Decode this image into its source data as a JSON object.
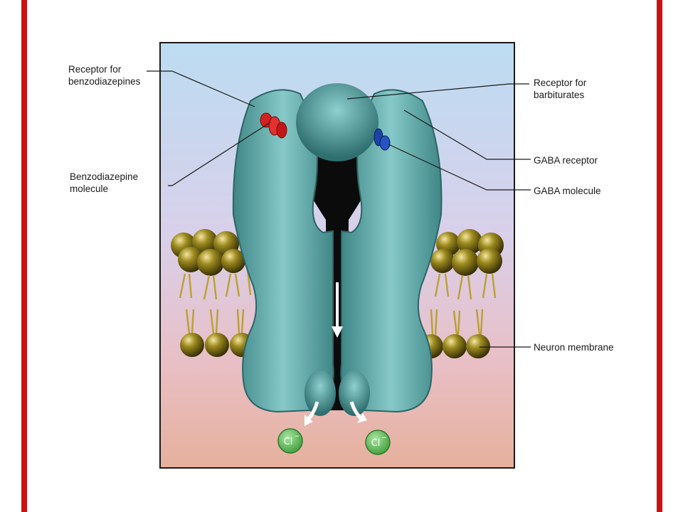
{
  "labels": {
    "benzo_receptor": "Receptor for\nbenzodiazepines",
    "benzo_molecule": "Benzodiazepine\nmolecule",
    "barb_receptor": "Receptor for\nbarbiturates",
    "gaba_receptor": "GABA receptor",
    "gaba_molecule": "GABA molecule",
    "neuron_membrane": "Neuron membrane"
  },
  "ions": {
    "left": "Cl",
    "right": "Cl",
    "charge": "−"
  },
  "colors": {
    "accent_bar": "#cc1111",
    "receptor": "#6fb7b7",
    "benzo_molecule": "#d42020",
    "gaba_molecule": "#1a44a8",
    "lipid_head": "#8a7a18",
    "ion_badge": "#5cb85c"
  }
}
